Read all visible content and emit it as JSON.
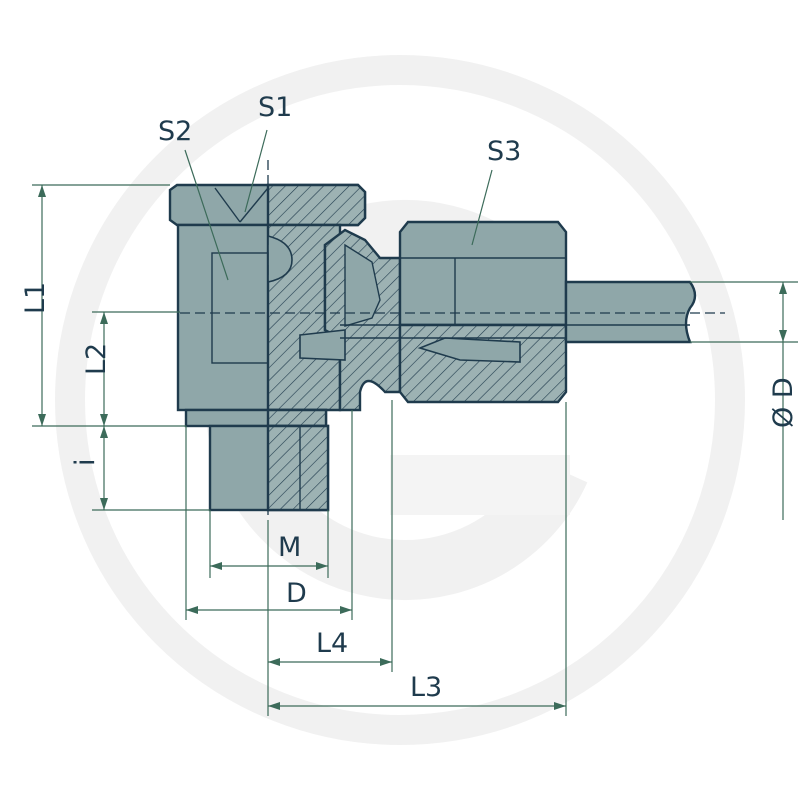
{
  "labels": {
    "s1": "S1",
    "s2": "S2",
    "s3": "S3",
    "l1": "L1",
    "l2": "L2",
    "i": "i",
    "m": "M",
    "d": "D",
    "l4": "L4",
    "l3": "L3",
    "od": "Ø D"
  },
  "colors": {
    "body": "#8fa7a9",
    "outline": "#1f3b4d",
    "dimension": "#3c6b5a",
    "watermark": "#f2f2f2"
  }
}
